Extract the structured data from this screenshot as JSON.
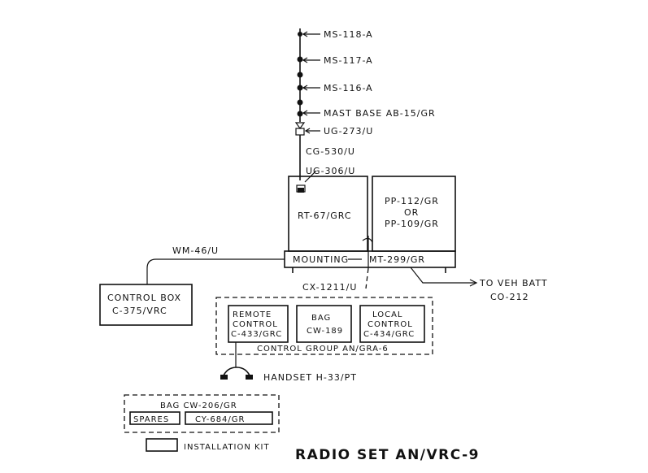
{
  "title": "RADIO SET AN/VRC-9",
  "legend": {
    "label": "INSTALLATION KIT"
  },
  "antenna": {
    "ms118": "MS-118-A",
    "ms117": "MS-117-A",
    "ms116": "MS-116-A",
    "mast_base": "MAST BASE AB-15/GR",
    "ug273": "UG-273/U",
    "cg530": "CG-530/U",
    "ug306": "UG-306/U"
  },
  "units": {
    "rt": "RT-67/GRC",
    "pp_line1": "PP-112/GR",
    "pp_or": "OR",
    "pp_line2": "PP-109/GR",
    "mounting": "MOUNTING",
    "mounting_model": "MT-299/GR"
  },
  "cables": {
    "wm46": "WM-46/U",
    "cx1211": "CX-1211/U",
    "to_veh_batt": "TO VEH BATT",
    "co212": "CO-212"
  },
  "control_box": {
    "line1": "CONTROL BOX",
    "line2": "C-375/VRC"
  },
  "control_group": {
    "label": "CONTROL GROUP AN/GRA-6",
    "remote_line1": "REMOTE",
    "remote_line2": "CONTROL",
    "remote_line3": "C-433/GRC",
    "bag_line1": "BAG",
    "bag_line2": "CW-189",
    "local_line1": "LOCAL",
    "local_line2": "CONTROL",
    "local_line3": "C-434/GRC"
  },
  "handset": "HANDSET  H-33/PT",
  "bag_kit": {
    "label": "BAG CW-206/GR",
    "spares": "SPARES",
    "cy684": "CY-684/GR"
  }
}
